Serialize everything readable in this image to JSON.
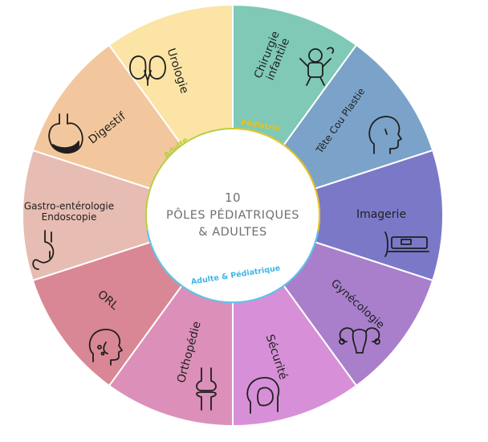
{
  "center": {
    "line1": "10",
    "line2": "PÔLES PÉDIATRIQUES",
    "line3": "& ADULTES"
  },
  "ring_tags": {
    "adulte": "Adulte",
    "pediatrie": "Pédiatrie",
    "mixte": "Adulte & Pédiatrique"
  },
  "colors": {
    "adulte_tag": "#b7cf3a",
    "pediatrie_tag": "#e9c21c",
    "mixte_tag": "#3fb6e6",
    "center_ring": "#5bc3ea"
  },
  "segments": [
    {
      "name": "chirurgie-infantile",
      "line1": "Chirurgie",
      "line2": "infantile",
      "color": "#7fc9b6",
      "icon": "baby-icon"
    },
    {
      "name": "tete-cou-plastie",
      "line1": "Tête Cou Plastie",
      "line2": "",
      "color": "#7ba3c9",
      "icon": "head-profile-icon"
    },
    {
      "name": "imagerie",
      "line1": "Imagerie",
      "line2": "",
      "color": "#7b79c7",
      "icon": "scanner-icon"
    },
    {
      "name": "gynecologie",
      "line1": "Gynécologie",
      "line2": "",
      "color": "#a97fcb",
      "icon": "uterus-icon"
    },
    {
      "name": "securite",
      "line1": "Sécurité",
      "line2": "",
      "color": "#d78fd8",
      "icon": "face-shield-icon"
    },
    {
      "name": "orthopedie",
      "line1": "Orthopédie",
      "line2": "",
      "color": "#dc8fb9",
      "icon": "knee-joint-icon"
    },
    {
      "name": "orl",
      "line1": "ORL",
      "line2": "",
      "color": "#d98794",
      "icon": "ent-head-icon"
    },
    {
      "name": "gastro-enterologie",
      "line1": "Gastro-entérologie",
      "line2": "Endoscopie",
      "color": "#e7bcb2",
      "icon": "digestive-tract-icon"
    },
    {
      "name": "digestif",
      "line1": "Digestif",
      "line2": "",
      "color": "#f3c79d",
      "icon": "stomach-icon"
    },
    {
      "name": "urologie",
      "line1": "Urologie",
      "line2": "",
      "color": "#fbe4a5",
      "icon": "kidneys-icon"
    }
  ]
}
